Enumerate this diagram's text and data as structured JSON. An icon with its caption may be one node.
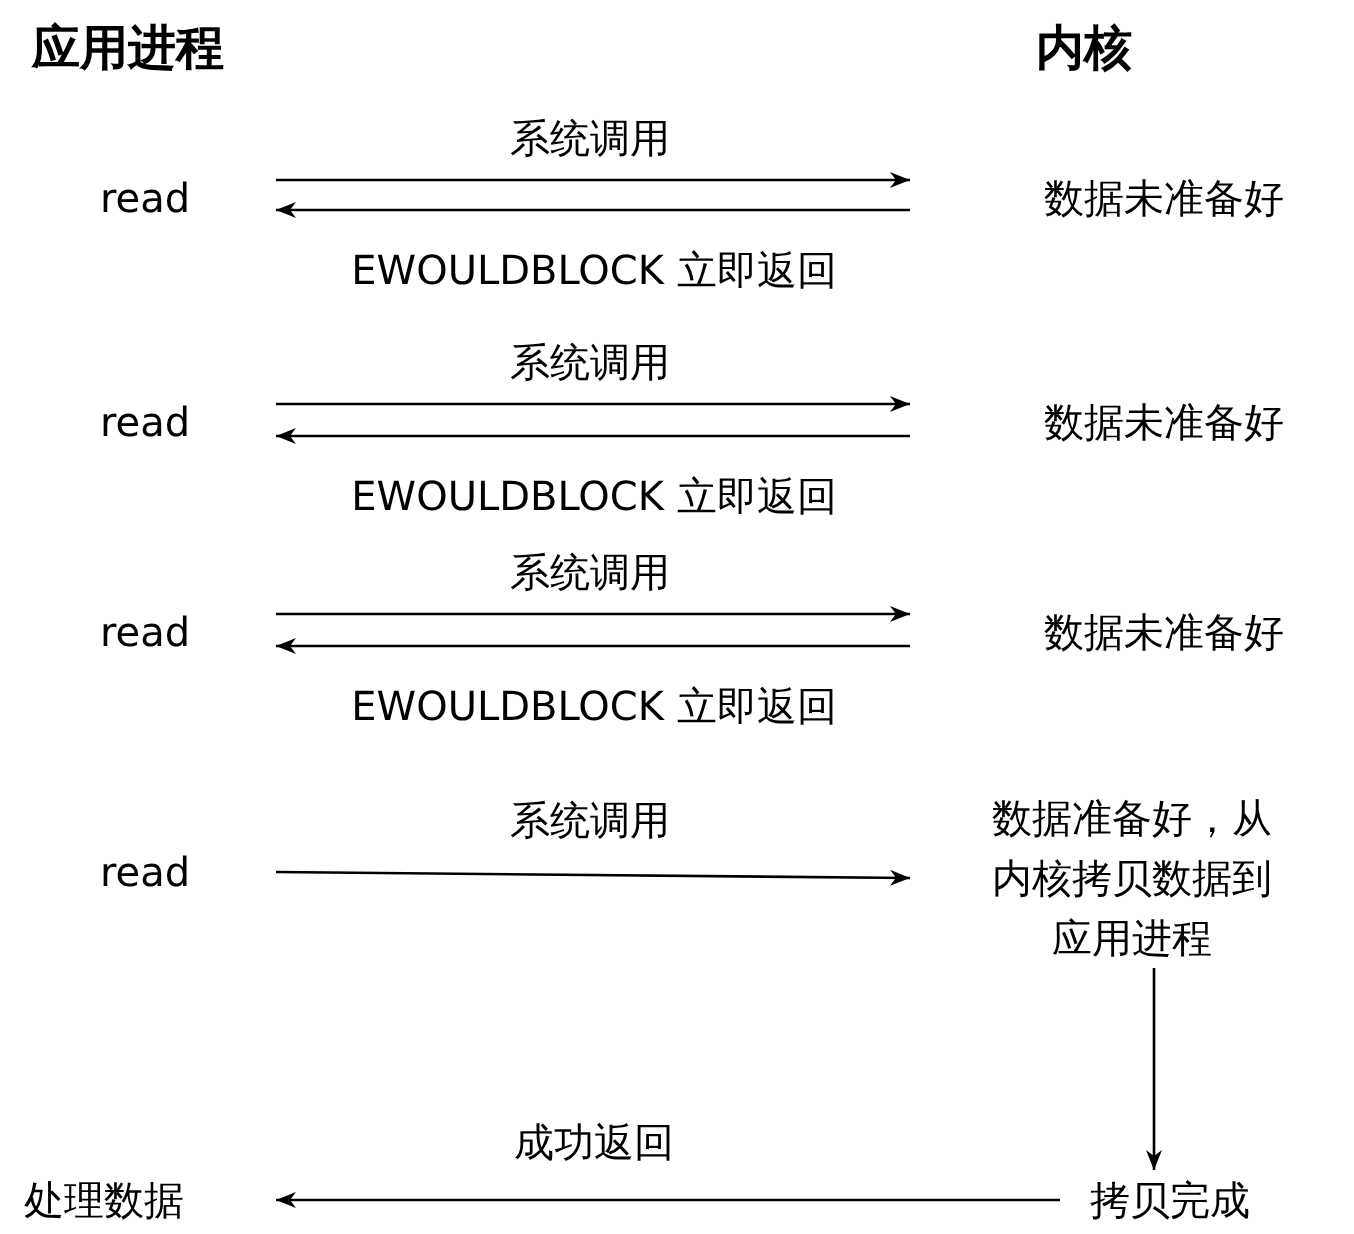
{
  "diagram": {
    "nodes": [
      {
        "text": [
          "read"
        ]
      },
      {
        "text": [
          "数据未准备好"
        ]
      },
      {
        "text": [
          "read"
        ]
      },
      {
        "text": [
          "数据未准备好"
        ]
      },
      {
        "text": [
          "read"
        ]
      },
      {
        "text": [
          "数据未准备好"
        ]
      },
      {
        "text": [
          "read"
        ]
      },
      {
        "text": [
          "数据准备好，从内核拷贝数据到应用进程"
        ]
      },
      {
        "text": [
          "拷贝完成"
        ]
      },
      {
        "text": [
          "处理数据"
        ]
      }
    ],
    "edges": [
      {
        "from": 0,
        "to": 1,
        "arrow": "to",
        "label": "系统调用"
      },
      {
        "from": 1,
        "to": 0,
        "arrow": "to",
        "label": "EWOULDBLOCK 立即返回"
      },
      {
        "from": 2,
        "to": 3,
        "arrow": "to",
        "label": "系统调用"
      },
      {
        "from": 3,
        "to": 2,
        "arrow": "to",
        "label": "EWOULDBLOCK 立即返回"
      },
      {
        "from": 4,
        "to": 5,
        "arrow": "to",
        "label": "系统调用"
      },
      {
        "from": 5,
        "to": 4,
        "arrow": "to",
        "label": "EWOULDBLOCK 立即返回"
      },
      {
        "from": 6,
        "to": 7,
        "arrow": "to",
        "label": "系统调用"
      },
      {
        "from": 7,
        "to": 8,
        "arrow": "to"
      },
      {
        "from": 8,
        "to": 9,
        "arrow": "to",
        "label": "成功返回"
      }
    ],
    "labels": [
      "应用进程",
      "内核"
    ]
  }
}
